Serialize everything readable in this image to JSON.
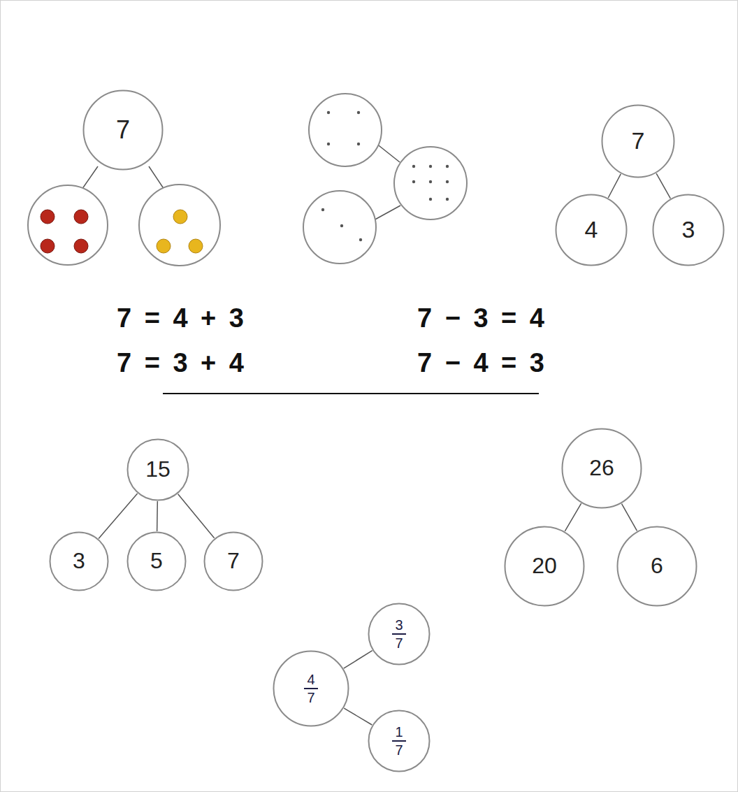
{
  "diagram": {
    "nodes": [
      {
        "text": [
          "7"
        ]
      },
      {
        "text": [
          "7"
        ]
      },
      {
        "text": [
          "4"
        ]
      },
      {
        "text": [
          "3"
        ]
      },
      {
        "text": [
          "15"
        ]
      },
      {
        "text": [
          "26"
        ]
      },
      {
        "text": [
          "3"
        ]
      },
      {
        "text": [
          "5"
        ]
      },
      {
        "text": [
          "7"
        ]
      },
      {
        "text": [
          "20"
        ]
      },
      {
        "text": [
          "6"
        ]
      },
      {
        "text": [
          "3",
          "7"
        ]
      },
      {
        "text": [
          "4",
          "7"
        ]
      },
      {
        "text": [
          "1",
          "7"
        ]
      }
    ],
    "edges": [
      {
        "from": 1,
        "to": 2,
        "arrow": "none"
      },
      {
        "from": 1,
        "to": 3,
        "arrow": "none"
      },
      {
        "from": 4,
        "to": 6,
        "arrow": "none"
      },
      {
        "from": 4,
        "to": 7,
        "arrow": "none"
      },
      {
        "from": 4,
        "to": 8,
        "arrow": "none"
      },
      {
        "from": 5,
        "to": 9,
        "arrow": "none"
      },
      {
        "from": 5,
        "to": 10,
        "arrow": "none"
      },
      {
        "from": 12,
        "to": 11,
        "arrow": "none"
      },
      {
        "from": 12,
        "to": 13,
        "arrow": "none"
      }
    ],
    "labels": [
      "7 = 4 + 3",
      "7 − 3 = 4",
      "7 = 3 + 4",
      "7 − 4 = 3"
    ]
  }
}
